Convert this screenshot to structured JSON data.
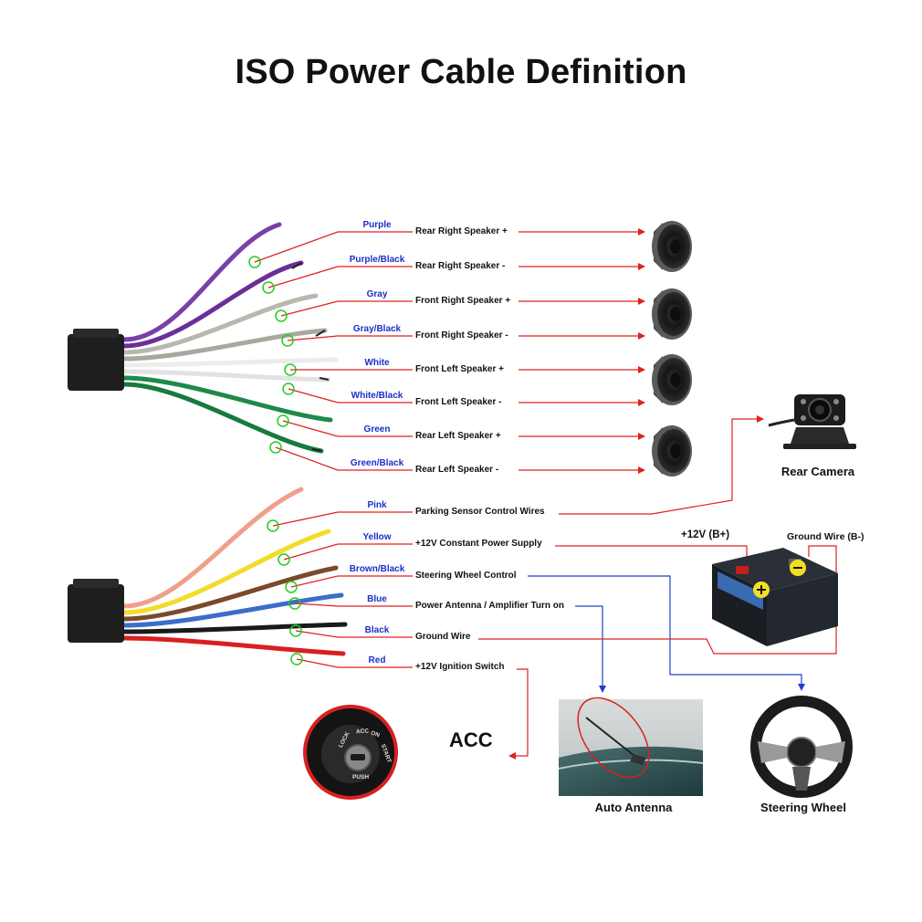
{
  "title": "ISO Power Cable Definition",
  "accent_arrow_color": "#e02020",
  "accent_arrow_blue": "#2040c8",
  "highlight_circle_color": "#22cc22",
  "speaker_wires": [
    {
      "color_name": "Purple",
      "function": "Rear Right Speaker +",
      "wire_hex": "#7b3fa8"
    },
    {
      "color_name": "Purple/Black",
      "function": "Rear Right Speaker -",
      "wire_hex": "#6a2f98"
    },
    {
      "color_name": "Gray",
      "function": "Front Right Speaker +",
      "wire_hex": "#b8b8b0"
    },
    {
      "color_name": "Gray/Black",
      "function": "Front Right Speaker -",
      "wire_hex": "#a8a8a0"
    },
    {
      "color_name": "White",
      "function": "Front Left Speaker +",
      "wire_hex": "#ececec"
    },
    {
      "color_name": "White/Black",
      "function": "Front Left Speaker -",
      "wire_hex": "#e2e2e2"
    },
    {
      "color_name": "Green",
      "function": "Rear Left Speaker +",
      "wire_hex": "#1e8a4a"
    },
    {
      "color_name": "Green/Black",
      "function": "Rear Left Speaker -",
      "wire_hex": "#177a3e"
    }
  ],
  "power_wires": [
    {
      "color_name": "Pink",
      "function": "Parking Sensor Control Wires",
      "wire_hex": "#f0a08a"
    },
    {
      "color_name": "Yellow",
      "function": "+12V Constant Power Supply",
      "wire_hex": "#f2dc28"
    },
    {
      "color_name": "Brown/Black",
      "function": "Steering Wheel Control",
      "wire_hex": "#7a4a2a"
    },
    {
      "color_name": "Blue",
      "function": "Power Antenna / Amplifier Turn on",
      "wire_hex": "#3a6ec8"
    },
    {
      "color_name": "Black",
      "function": "Ground Wire",
      "wire_hex": "#1a1a1a"
    },
    {
      "color_name": "Red",
      "function": "+12V  Ignition Switch",
      "wire_hex": "#d82020"
    }
  ],
  "devices": {
    "rear_camera": "Rear Camera",
    "battery_positive": "+12V  (B+)",
    "battery_ground": "Ground Wire (B-)",
    "acc": "ACC",
    "auto_antenna": "Auto Antenna",
    "steering_wheel": "Steering Wheel"
  },
  "key_switch_text": {
    "lock": "LOCK",
    "acc": "ACC",
    "on": "ON",
    "start": "START",
    "push": "PUSH"
  }
}
